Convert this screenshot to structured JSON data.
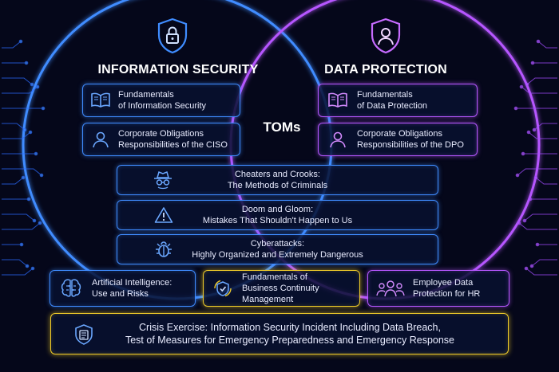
{
  "headings": {
    "left": "INFORMATION SECURITY",
    "right": "DATA PROTECTION",
    "center": "TOMs"
  },
  "left_boxes": [
    {
      "line1": "Fundamentals",
      "line2": "of Information Security",
      "icon": "book-icon"
    },
    {
      "line1": "Corporate Obligations",
      "line2": "Responsibilities of the CISO",
      "icon": "person-icon"
    }
  ],
  "right_boxes": [
    {
      "line1": "Fundamentals",
      "line2": "of Data Protection",
      "icon": "book-icon"
    },
    {
      "line1": "Corporate Obligations",
      "line2": "Responsibilities of the DPO",
      "icon": "person-icon"
    }
  ],
  "middle_boxes": [
    {
      "line1": "Cheaters and Crooks:",
      "line2": "The Methods of Criminals",
      "icon": "spy-icon"
    },
    {
      "line1": "Doom and Gloom:",
      "line2": "Mistakes That Shouldn't Happen to Us",
      "icon": "warning-icon"
    },
    {
      "line1": "Cyberattacks:",
      "line2": "Highly Organized and Extremely Dangerous",
      "icon": "bug-icon"
    }
  ],
  "bottom_boxes": [
    {
      "line1": "Artificial Intelligence:",
      "line2": "Use and Risks",
      "icon": "brain-icon"
    },
    {
      "line1": "Fundamentals of",
      "line2": "Business Continuity Management",
      "icon": "continuity-icon"
    },
    {
      "line1": "Employee Data",
      "line2": "Protection for HR",
      "icon": "group-icon"
    }
  ],
  "crisis": {
    "line1": "Crisis Exercise: Information Security Incident Including Data Breach,",
    "line2": "Test of Measures for Emergency Preparedness and Emergency Response",
    "icon": "shield-document-icon"
  },
  "colors": {
    "background": "#05071a",
    "blue": "#3f8cff",
    "purple": "#b657ff",
    "gold": "#f0cc2a"
  }
}
